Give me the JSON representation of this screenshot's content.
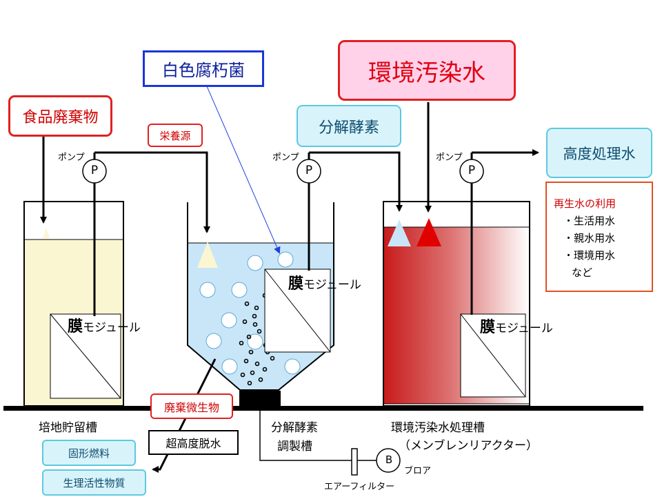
{
  "labels": {
    "food_waste": "食品廃棄物",
    "nutrient": "栄養源",
    "white_rot_fungi": "白色腐朽菌",
    "polluted_water": "環境汚染水",
    "enzyme": "分解酵素",
    "treated_water": "高度処理水",
    "pump_1": "ポンプ",
    "pump_2": "ポンプ",
    "pump_3": "ポンプ",
    "pump_symbol_1": "P",
    "pump_symbol_2": "P",
    "pump_symbol_3": "P",
    "membrane_module_1": "膜",
    "membrane_module_1_suffix": "モジュール",
    "membrane_module_2": "膜",
    "membrane_module_2_suffix": "モジュール",
    "membrane_module_3": "膜",
    "membrane_module_3_suffix": "モジュール",
    "reuse_title": "再生水の利用",
    "reuse_items": [
      "・生活用水",
      "・親水用水",
      "・環境用水"
    ],
    "reuse_etc": "など",
    "tank_1": "培地貯留槽",
    "tank_2_line1": "分解酵素",
    "tank_2_line2": "調製槽",
    "tank_3_line1": "環境汚染水処理槽",
    "tank_3_line2": "（メンブレンリアクター）",
    "waste_microbes": "廃棄微生物",
    "dehydration": "超高度脱水",
    "solid_fuel": "固形燃料",
    "bioactive": "生理活性物質",
    "air_filter": "エアーフィルター",
    "blower_symbol": "B",
    "blower": "ブロア"
  },
  "colors": {
    "red": "#e02020",
    "cyan": "#5ec8e0",
    "medium_cream": "#fbf6d2",
    "enzyme_blue": "#c8e6f8",
    "polluted_red": "#c81c1c",
    "link_blue": "#2040e0"
  }
}
